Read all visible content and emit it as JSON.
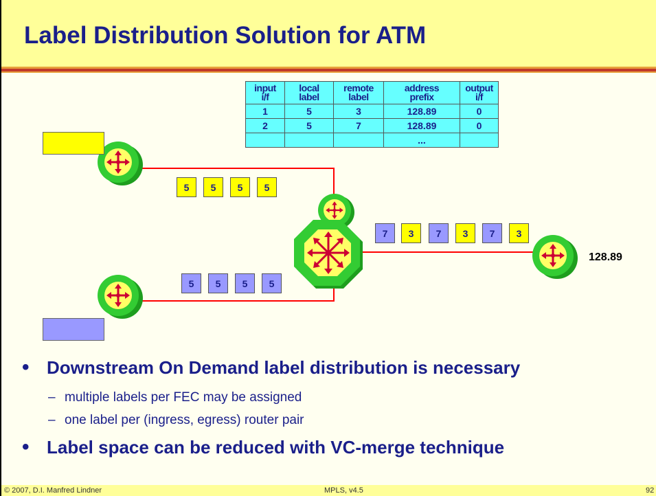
{
  "slide": {
    "title": "Label Distribution Solution for ATM"
  },
  "table": {
    "headers": [
      [
        "input",
        "i/f"
      ],
      [
        "local",
        "label"
      ],
      [
        "remote",
        "label"
      ],
      [
        "address",
        "prefix"
      ],
      [
        "output",
        "i/f"
      ]
    ],
    "rows": [
      [
        "1",
        "5",
        "3",
        "128.89",
        "0"
      ],
      [
        "2",
        "5",
        "7",
        "128.89",
        "0"
      ],
      [
        "",
        "",
        "",
        "...",
        ""
      ]
    ]
  },
  "cells_top": [
    "5",
    "5",
    "5",
    "5"
  ],
  "cells_bottom": [
    "5",
    "5",
    "5",
    "5"
  ],
  "cells_right": [
    {
      "v": "7",
      "color": "blue"
    },
    {
      "v": "3",
      "color": "yellow"
    },
    {
      "v": "7",
      "color": "blue"
    },
    {
      "v": "3",
      "color": "yellow"
    },
    {
      "v": "7",
      "color": "blue"
    },
    {
      "v": "3",
      "color": "yellow"
    }
  ],
  "prefix_label": "128.89",
  "bullets": {
    "b1": "Downstream On Demand label distribution is necessary",
    "sub": [
      "multiple labels per FEC may be assigned",
      "one label per (ingress, egress) router pair"
    ],
    "b2": "Label space can be reduced with VC-merge technique"
  },
  "footer": {
    "left": "© 2007, D.I. Manfred Lindner",
    "center": "MPLS, v4.5",
    "right": "92"
  },
  "colors": {
    "title_text": "#1a1f8a",
    "title_bar": "#ffff99",
    "link": "#ff0000",
    "router_ring": "#33cc33",
    "router_core": "#ffff66",
    "arrow": "#cc0033",
    "table_bg": "#66ffff",
    "cell_yellow": "#ffff00",
    "cell_blue": "#9999ff"
  }
}
